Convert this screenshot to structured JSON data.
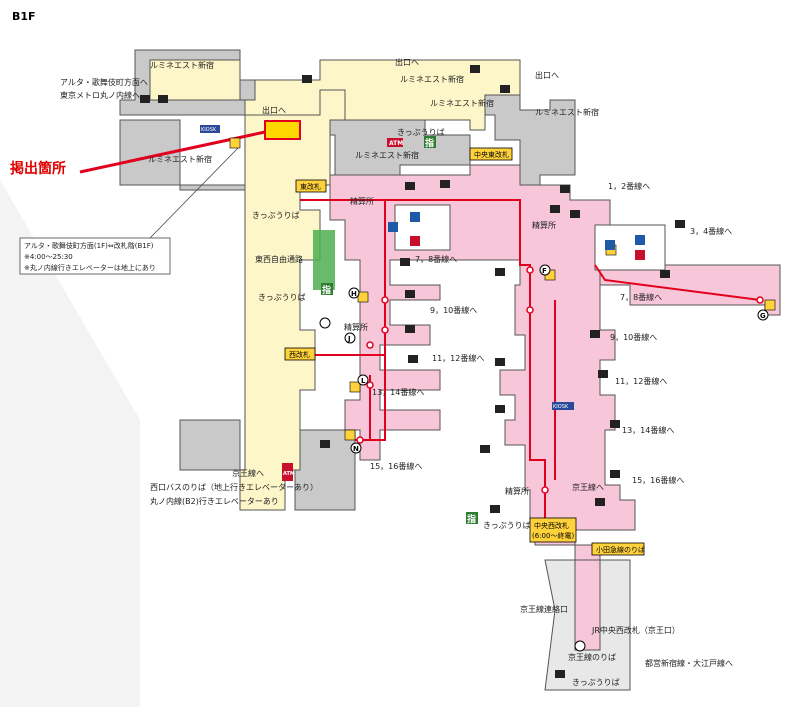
{
  "floor_label": "B1F",
  "callout": "掲出箇所",
  "colors": {
    "concourse": "#fdf6c8",
    "paid_area": "#f7c6d9",
    "building": "#c9c9c9",
    "route": "#e1001e",
    "highlight": "#ffd800",
    "gate_box": "#ffd23c"
  },
  "labels": {
    "exit_1": "出口へ",
    "exit_2": "出口へ",
    "exit_3": "出口へ",
    "lumine_1": "ルミネエスト新宿",
    "lumine_2": "ルミネエスト新宿",
    "lumine_3": "ルミネエスト新宿",
    "lumine_4": "ルミネエスト新宿",
    "lumine_5": "ルミネエスト新宿",
    "lumine_6": "ルミネエスト新宿",
    "alta_dir": "アルタ・歌舞伎町方面へ",
    "metro_dir": "東京メトロ丸ノ内線へ",
    "ticket_1": "きっぷうりば",
    "ticket_2": "きっぷうりば",
    "ticket_3": "きっぷうりば",
    "ticket_4": "きっぷうりば",
    "ticket_5": "きっぷうりば",
    "fare_1": "精算所",
    "fare_2": "精算所",
    "fare_3": "精算所",
    "fare_4": "精算所",
    "free_passage": "東西自由通路",
    "east_gate": "東改札",
    "west_gate": "西改札",
    "central_east_gate": "中央東改札",
    "central_west_gate": "中央西改札",
    "central_west_hours": "(6:00〜終電)",
    "odakyu": "小田急線のりば",
    "keio_1": "京王線へ",
    "keio_2": "京王線へ",
    "keio_connect": "京王線連絡口",
    "jr_central_west": "JR中央西改札（京王口）",
    "keio_platform": "京王線のりば",
    "toei_dir": "都営新宿線・大江戸線へ",
    "west_bus": "西口バスのりば（地上行きエレベーターあり）",
    "marunouchi_b2": "丸ノ内線(B2)行きエレベーターあり",
    "note_1": "アルタ・歌舞伎町方面(1F)⇔改札階(B1F)",
    "note_2": "※4:00〜25:30",
    "note_3": "※丸ノ内線行きエレベーターは地上にあり",
    "track_12": "1，2番線へ",
    "track_34": "3，4番線へ",
    "track_78_a": "7，8番線へ",
    "track_78_b": "7，8番線へ",
    "track_910_a": "9，10番線へ",
    "track_910_b": "9，10番線へ",
    "track_1112_a": "11，12番線へ",
    "track_1112_b": "11，12番線へ",
    "track_1314_a": "13，14番線へ",
    "track_1314_b": "13，14番線へ",
    "track_1516_a": "15，16番線へ",
    "track_1516_b": "15，16番線へ",
    "atm_1": "ATM",
    "atm_2": "ATM",
    "reserved_1": "指",
    "reserved_2": "指",
    "reserved_3": "指",
    "kiosk_1": "KIOSK",
    "kiosk_2": "KIOSK"
  },
  "markers": {
    "F": "F",
    "G": "G",
    "H": "H",
    "J": "J",
    "L": "L",
    "N": "N"
  }
}
